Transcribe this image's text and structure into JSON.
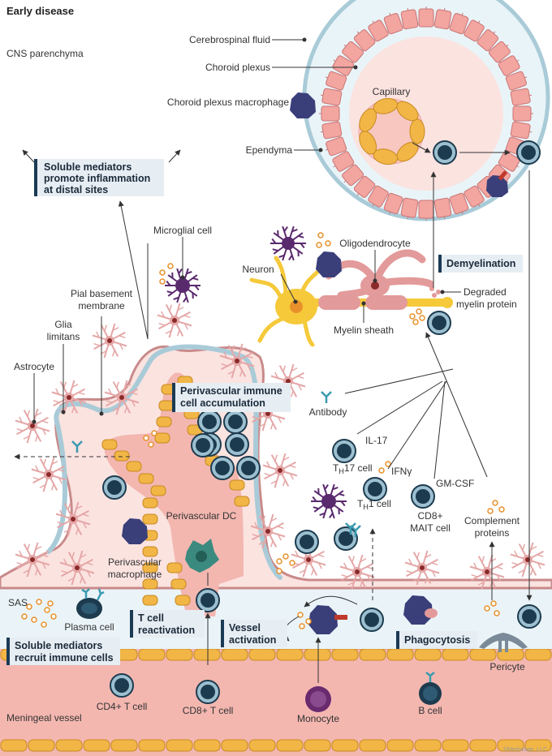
{
  "title": "Early disease",
  "regions": {
    "cns_parenchyma": "CNS parenchyma",
    "sas": "SAS",
    "meningeal_vessel": "Meningeal vessel"
  },
  "labels": {
    "cerebrospinal_fluid": "Cerebrospinal fluid",
    "choroid_plexus": "Choroid plexus",
    "capillary": "Capillary",
    "choroid_plexus_macrophage": "Choroid plexus macrophage",
    "ependyma": "Ependyma",
    "microglial_cell": "Microglial cell",
    "oligodendrocyte": "Oligodendrocyte",
    "neuron": "Neuron",
    "degraded_myelin_1": "Degraded",
    "degraded_myelin_2": "myelin protein",
    "myelin_sheath": "Myelin sheath",
    "pial_basement_1": "Pial basement",
    "pial_basement_2": "membrane",
    "glia_limitans_1": "Glia",
    "glia_limitans_2": "limitans",
    "astrocyte": "Astrocyte",
    "antibody": "Antibody",
    "il17": "IL-17",
    "th17_main": "T",
    "th17_sub": "H",
    "th17_rest": "17 cell",
    "ifng": "IFNγ",
    "gmcsf": "GM-CSF",
    "th1_main": "T",
    "th1_sub": "H",
    "th1_rest": "1 cell",
    "cd8mait_1": "CD8+",
    "cd8mait_2": "MAIT cell",
    "complement_1": "Complement",
    "complement_2": "proteins",
    "perivascular_dc": "Perivascular DC",
    "perivascular_mac_1": "Perivascular",
    "perivascular_mac_2": "macrophage",
    "plasma_cell": "Plasma cell",
    "pericyte": "Pericyte",
    "cd4_t_cell": "CD4+ T cell",
    "cd8_t_cell": "CD8+ T cell",
    "monocyte": "Monocyte",
    "b_cell": "B cell"
  },
  "callouts": {
    "soluble_distal_1": "Soluble mediators",
    "soluble_distal_2": "promote inflammation",
    "soluble_distal_3": "at distal sites",
    "demyelination": "Demyelination",
    "perivascular_accum_1": "Perivascular immune",
    "perivascular_accum_2": "cell accumulation",
    "tcell_react_1": "T cell",
    "tcell_react_2": "reactivation",
    "vessel_act_1": "Vessel",
    "vessel_act_2": "activation",
    "phagocytosis": "Phagocytosis",
    "soluble_recruit_1": "Soluble mediators",
    "soluble_recruit_2": "recruit immune cells"
  },
  "credit": "©Medscape, LLC",
  "colors": {
    "pink_tissue": "#f3b7b0",
    "light_pink": "#fbe3e0",
    "pial_line": "#c98a8a",
    "csf": "#e9f4f8",
    "ring_blue": "#a9cbd8",
    "endothelial": "#f1b646",
    "endothelial_stroke": "#c98a1f",
    "callout_bg": "#e6edf3",
    "callout_bar": "#1b3a55",
    "t_cell_dark": "#1d3b4f",
    "t_cell_mid": "#8fb2c3",
    "macrophage": "#3a3f7a",
    "microglia": "#5a2a6e",
    "neuron": "#f5c93a",
    "astrocyte": "#c46a6a"
  }
}
